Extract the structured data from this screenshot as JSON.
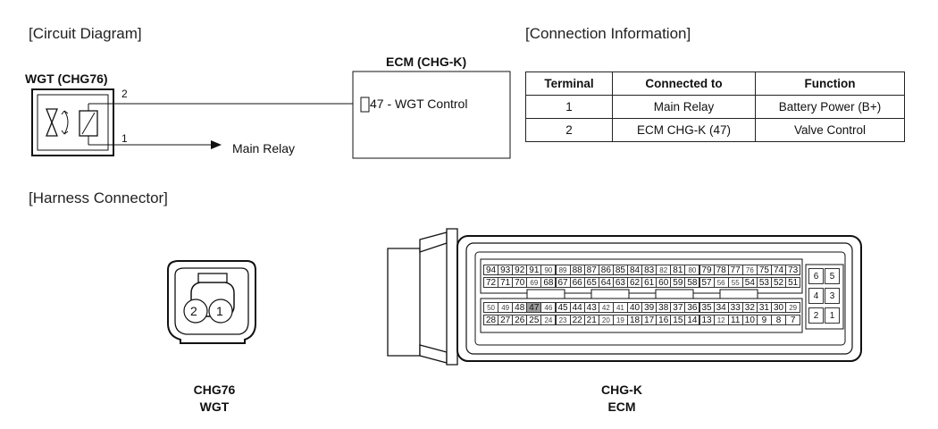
{
  "sections": {
    "circuit": "[Circuit Diagram]",
    "connection": "[Connection Information]",
    "harness": "[Harness Connector]"
  },
  "circuit": {
    "wgt_label": "WGT (CHG76)",
    "ecm_label": "ECM (CHG-K)",
    "pin2": "2",
    "pin1": "1",
    "ecm_pin": "47 - WGT Control",
    "main_relay": "Main Relay"
  },
  "table": {
    "headers": [
      "Terminal",
      "Connected to",
      "Function"
    ],
    "rows": [
      [
        "1",
        "Main Relay",
        "Battery Power (B+)"
      ],
      [
        "2",
        "ECM CHG-K (47)",
        "Valve Control"
      ]
    ]
  },
  "harness": {
    "wgt_pin_left": "2",
    "wgt_pin_right": "1",
    "wgt_caption_1": "CHG76",
    "wgt_caption_2": "WGT",
    "ecm_caption_1": "CHG-K",
    "ecm_caption_2": "ECM",
    "ecm_rows": [
      [
        "94",
        "93",
        "92",
        "91",
        "90",
        "89",
        "88",
        "87",
        "86",
        "85",
        "84",
        "83",
        "82",
        "81",
        "80",
        "79",
        "78",
        "77",
        "76",
        "75",
        "74",
        "73"
      ],
      [
        "72",
        "71",
        "70",
        "69",
        "68",
        "67",
        "66",
        "65",
        "64",
        "63",
        "62",
        "61",
        "60",
        "59",
        "58",
        "57",
        "56",
        "55",
        "54",
        "53",
        "52",
        "51"
      ],
      [
        "50",
        "49",
        "48",
        "47",
        "46",
        "45",
        "44",
        "43",
        "42",
        "41",
        "40",
        "39",
        "38",
        "37",
        "36",
        "35",
        "34",
        "33",
        "32",
        "31",
        "30",
        "29"
      ],
      [
        "28",
        "27",
        "26",
        "25",
        "24",
        "23",
        "22",
        "21",
        "20",
        "19",
        "18",
        "17",
        "16",
        "15",
        "14",
        "13",
        "12",
        "11",
        "10",
        "9",
        "8",
        "7"
      ]
    ],
    "ecm_side": [
      [
        "6",
        "5"
      ],
      [
        "4",
        "3"
      ],
      [
        "2",
        "1"
      ]
    ],
    "highlight_pin": "47"
  }
}
